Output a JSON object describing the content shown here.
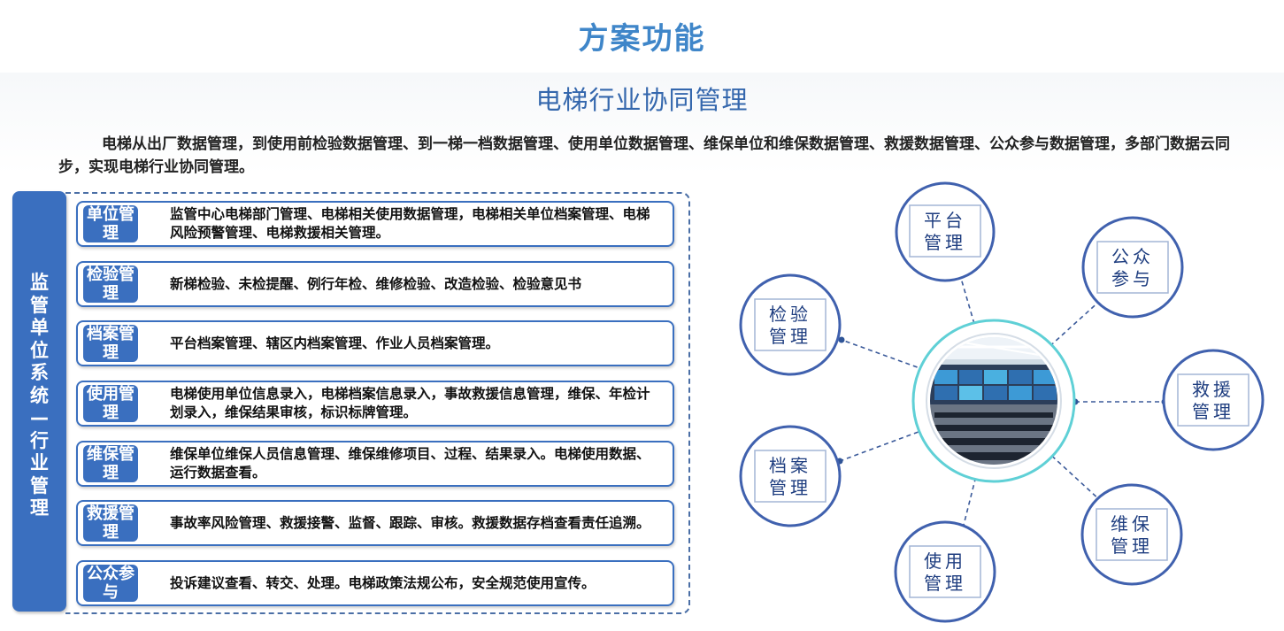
{
  "header": {
    "title": "方案功能",
    "subtitle": "电梯行业协同管理",
    "description": "电梯从出厂数据管理，到使用前检验数据管理、到一梯一档数据管理、使用单位数据管理、维保单位和维保数据管理、救援数据管理、公众参与数据管理，多部门数据云同步，实现电梯行业协同管理。"
  },
  "system_label": "监管单位系统—行业管理",
  "modules": [
    {
      "tag": "单位管理",
      "text": "监管中心电梯部门管理、电梯相关使用数据管理，电梯相关单位档案管理、电梯风险预警管理、电梯救援相关管理。"
    },
    {
      "tag": "检验管理",
      "text": "新梯检验、未检提醒、例行年检、维修检验、改造检验、检验意见书"
    },
    {
      "tag": "档案管理",
      "text": "平台档案管理、辖区内档案管理、作业人员档案管理。"
    },
    {
      "tag": "使用管理",
      "text": "电梯使用单位信息录入，电梯档案信息录入，事故救援信息管理，维保、年检计划录入，维保结果审核，标识标牌管理。"
    },
    {
      "tag": "维保管理",
      "text": "维保单位维保人员信息管理、维保维修项目、过程、结果录入。电梯使用数据、运行数据查看。"
    },
    {
      "tag": "救援管理",
      "text": "事故率风险管理、救援接警、监督、跟踪、审核。救援数据存档查看责任追溯。"
    },
    {
      "tag": "公众参与",
      "text": "投诉建议查看、转交、处理。电梯政策法规公布，安全规范使用宣传。"
    }
  ],
  "hub": {
    "icon": "control-room-photo",
    "nodes": [
      {
        "line1": "平台",
        "line2": "管理"
      },
      {
        "line1": "公众",
        "line2": "参与"
      },
      {
        "line1": "检验",
        "line2": "管理"
      },
      {
        "line1": "救援",
        "line2": "管理"
      },
      {
        "line1": "档案",
        "line2": "管理"
      },
      {
        "line1": "维保",
        "line2": "管理"
      },
      {
        "line1": "使用",
        "line2": "管理"
      }
    ]
  },
  "colors": {
    "title": "#3f86c9",
    "subtitle": "#3467ad",
    "accent_blue": "#3a6fbf",
    "node_border": "#4061ae",
    "hub_ring": "#5fd0d6"
  }
}
